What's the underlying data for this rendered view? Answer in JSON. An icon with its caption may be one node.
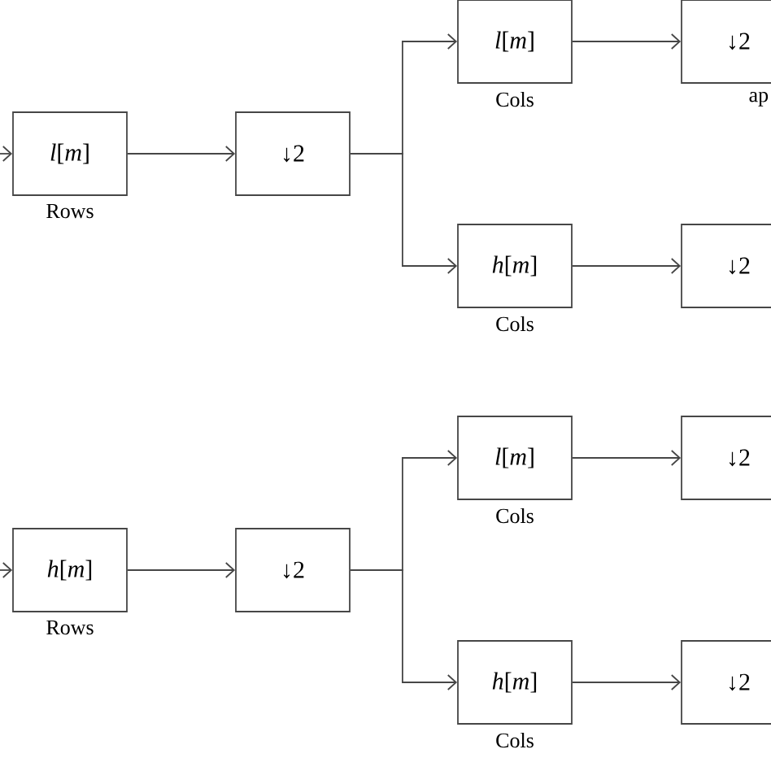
{
  "diagram": {
    "nodes": [
      {
        "text": [
          "*l*[*m*]"
        ],
        "beside": [
          "Rows"
        ]
      },
      {
        "text": [
          "↓2"
        ]
      },
      {
        "text": [
          "*l*[*m*]"
        ],
        "beside": [
          "Cols"
        ]
      },
      {
        "text": [
          "↓2"
        ],
        "beside": [
          "ap"
        ]
      },
      {
        "text": [
          "*h*[*m*]"
        ],
        "beside": [
          "Cols"
        ]
      },
      {
        "text": [
          "↓2"
        ]
      },
      {
        "text": [
          "*h*[*m*]"
        ],
        "beside": [
          "Rows"
        ]
      },
      {
        "text": [
          "↓2"
        ]
      },
      {
        "text": [
          "*l*[*m*]"
        ],
        "beside": [
          "Cols"
        ]
      },
      {
        "text": [
          "↓2"
        ]
      },
      {
        "text": [
          "*h*[*m*]"
        ],
        "beside": [
          "Cols"
        ]
      },
      {
        "text": [
          "↓2"
        ]
      }
    ],
    "edges": [
      {
        "from": null,
        "to": 0,
        "arrow": "to"
      },
      {
        "from": 0,
        "to": 1,
        "arrow": "to"
      },
      {
        "from": 1,
        "to": 2,
        "arrow": "to"
      },
      {
        "from": 1,
        "to": 4,
        "arrow": "to"
      },
      {
        "from": 2,
        "to": 3,
        "arrow": "to"
      },
      {
        "from": 4,
        "to": 5,
        "arrow": "to"
      },
      {
        "from": null,
        "to": 6,
        "arrow": "to"
      },
      {
        "from": 6,
        "to": 7,
        "arrow": "to"
      },
      {
        "from": 7,
        "to": 8,
        "arrow": "to"
      },
      {
        "from": 7,
        "to": 10,
        "arrow": "to"
      },
      {
        "from": 8,
        "to": 9,
        "arrow": "to"
      },
      {
        "from": 10,
        "to": 11,
        "arrow": "to"
      }
    ]
  }
}
